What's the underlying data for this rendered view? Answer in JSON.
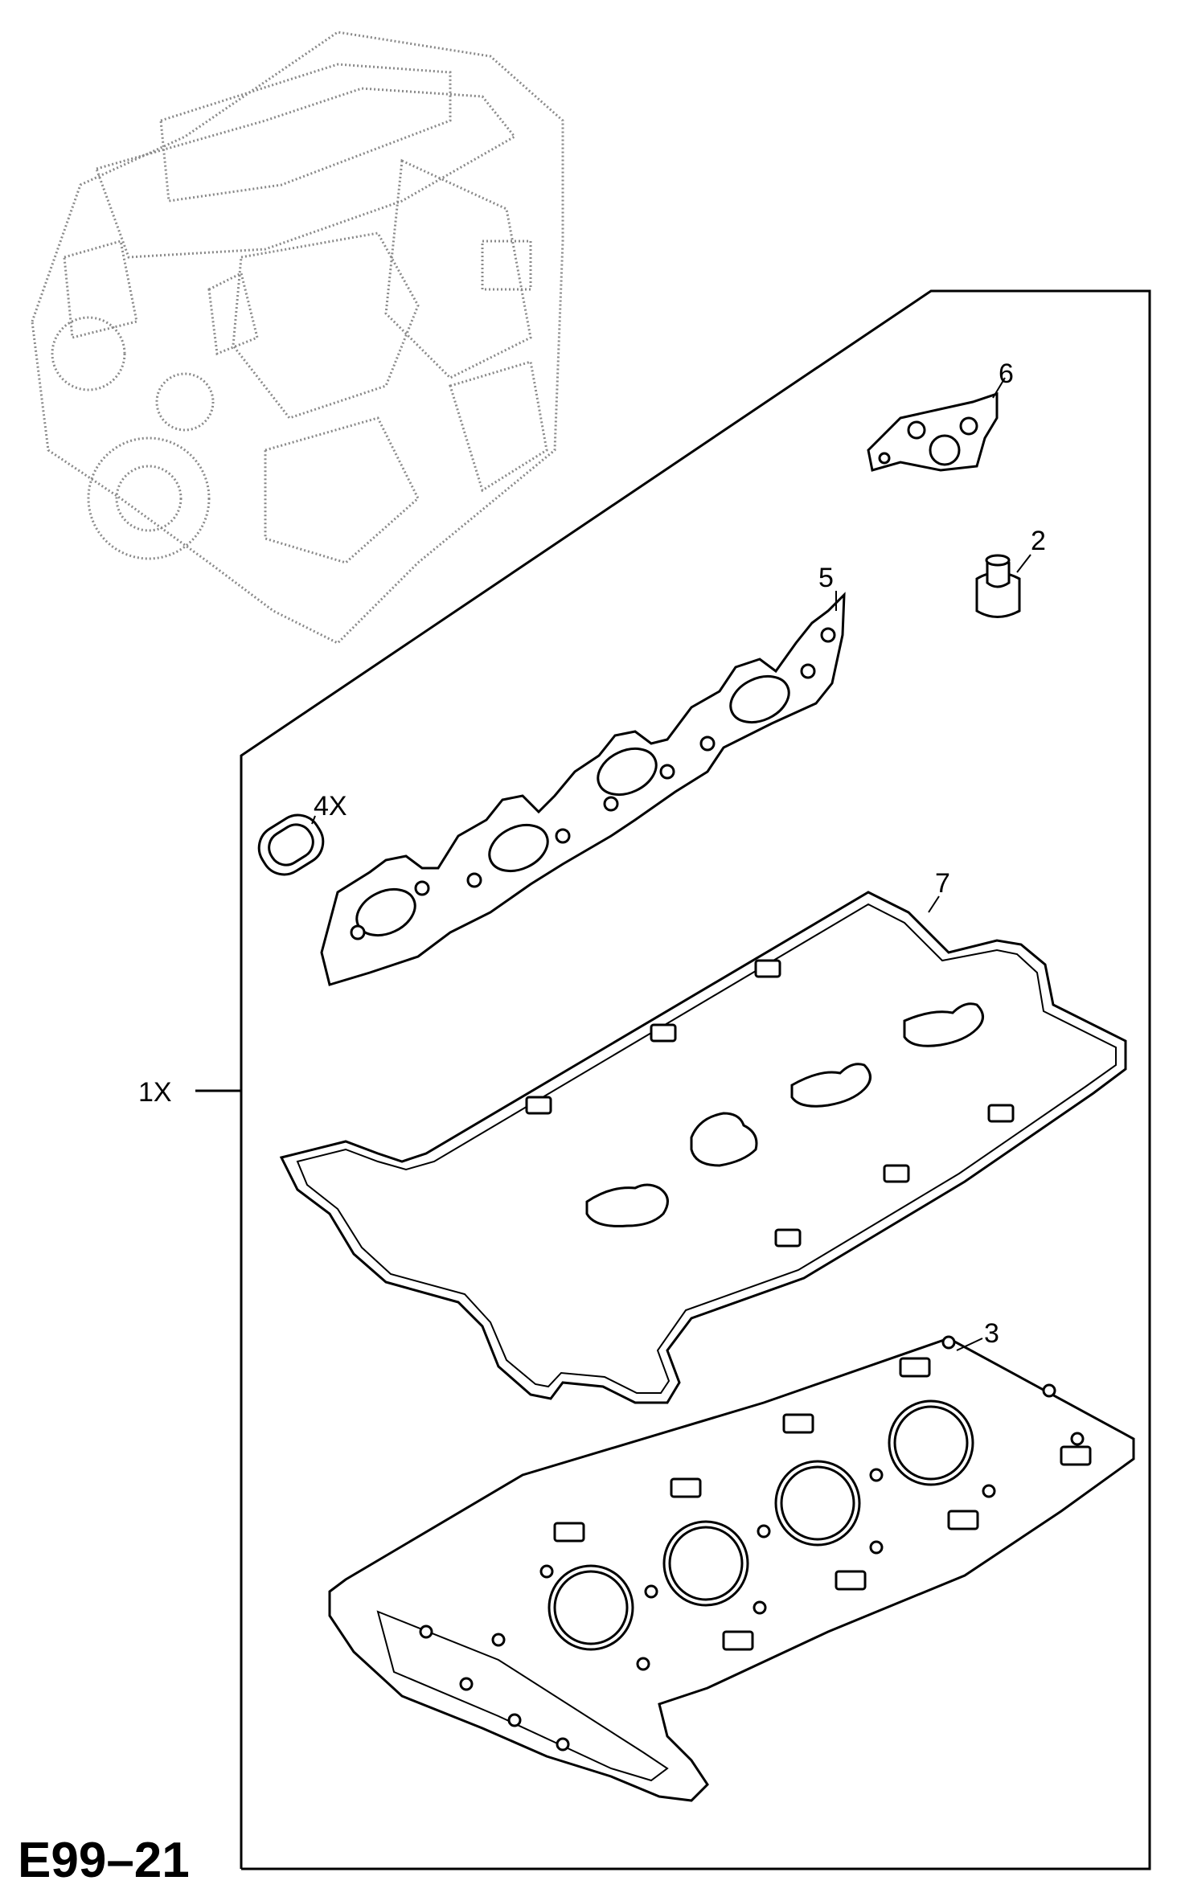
{
  "diagram_code": "E99–21",
  "kit_label": "1X",
  "callouts": {
    "p2": "2",
    "p3": "3",
    "p4": "4X",
    "p5": "5",
    "p6": "6",
    "p7": "7"
  }
}
